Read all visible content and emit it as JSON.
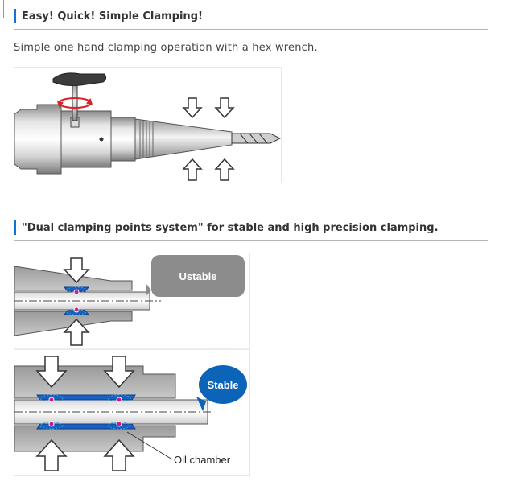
{
  "colors": {
    "accent": "#1172d6",
    "unstable_bubble": "#8c8c8c",
    "stable_bubble": "#0b64b8",
    "clamp_blue": "#1a5fc4",
    "rotation_arrow": "#d8232a",
    "contact_dot": "#c8188c"
  },
  "section1": {
    "title": "Easy! Quick! Simple Clamping!",
    "description": "Simple one hand clamping operation with a hex  wrench."
  },
  "section2": {
    "title": "\"Dual clamping points system\"  for stable and high precision clamping.",
    "unstable_label": "Ustable",
    "stable_label": "Stable",
    "oil_chamber_label": "Oil chamber"
  }
}
